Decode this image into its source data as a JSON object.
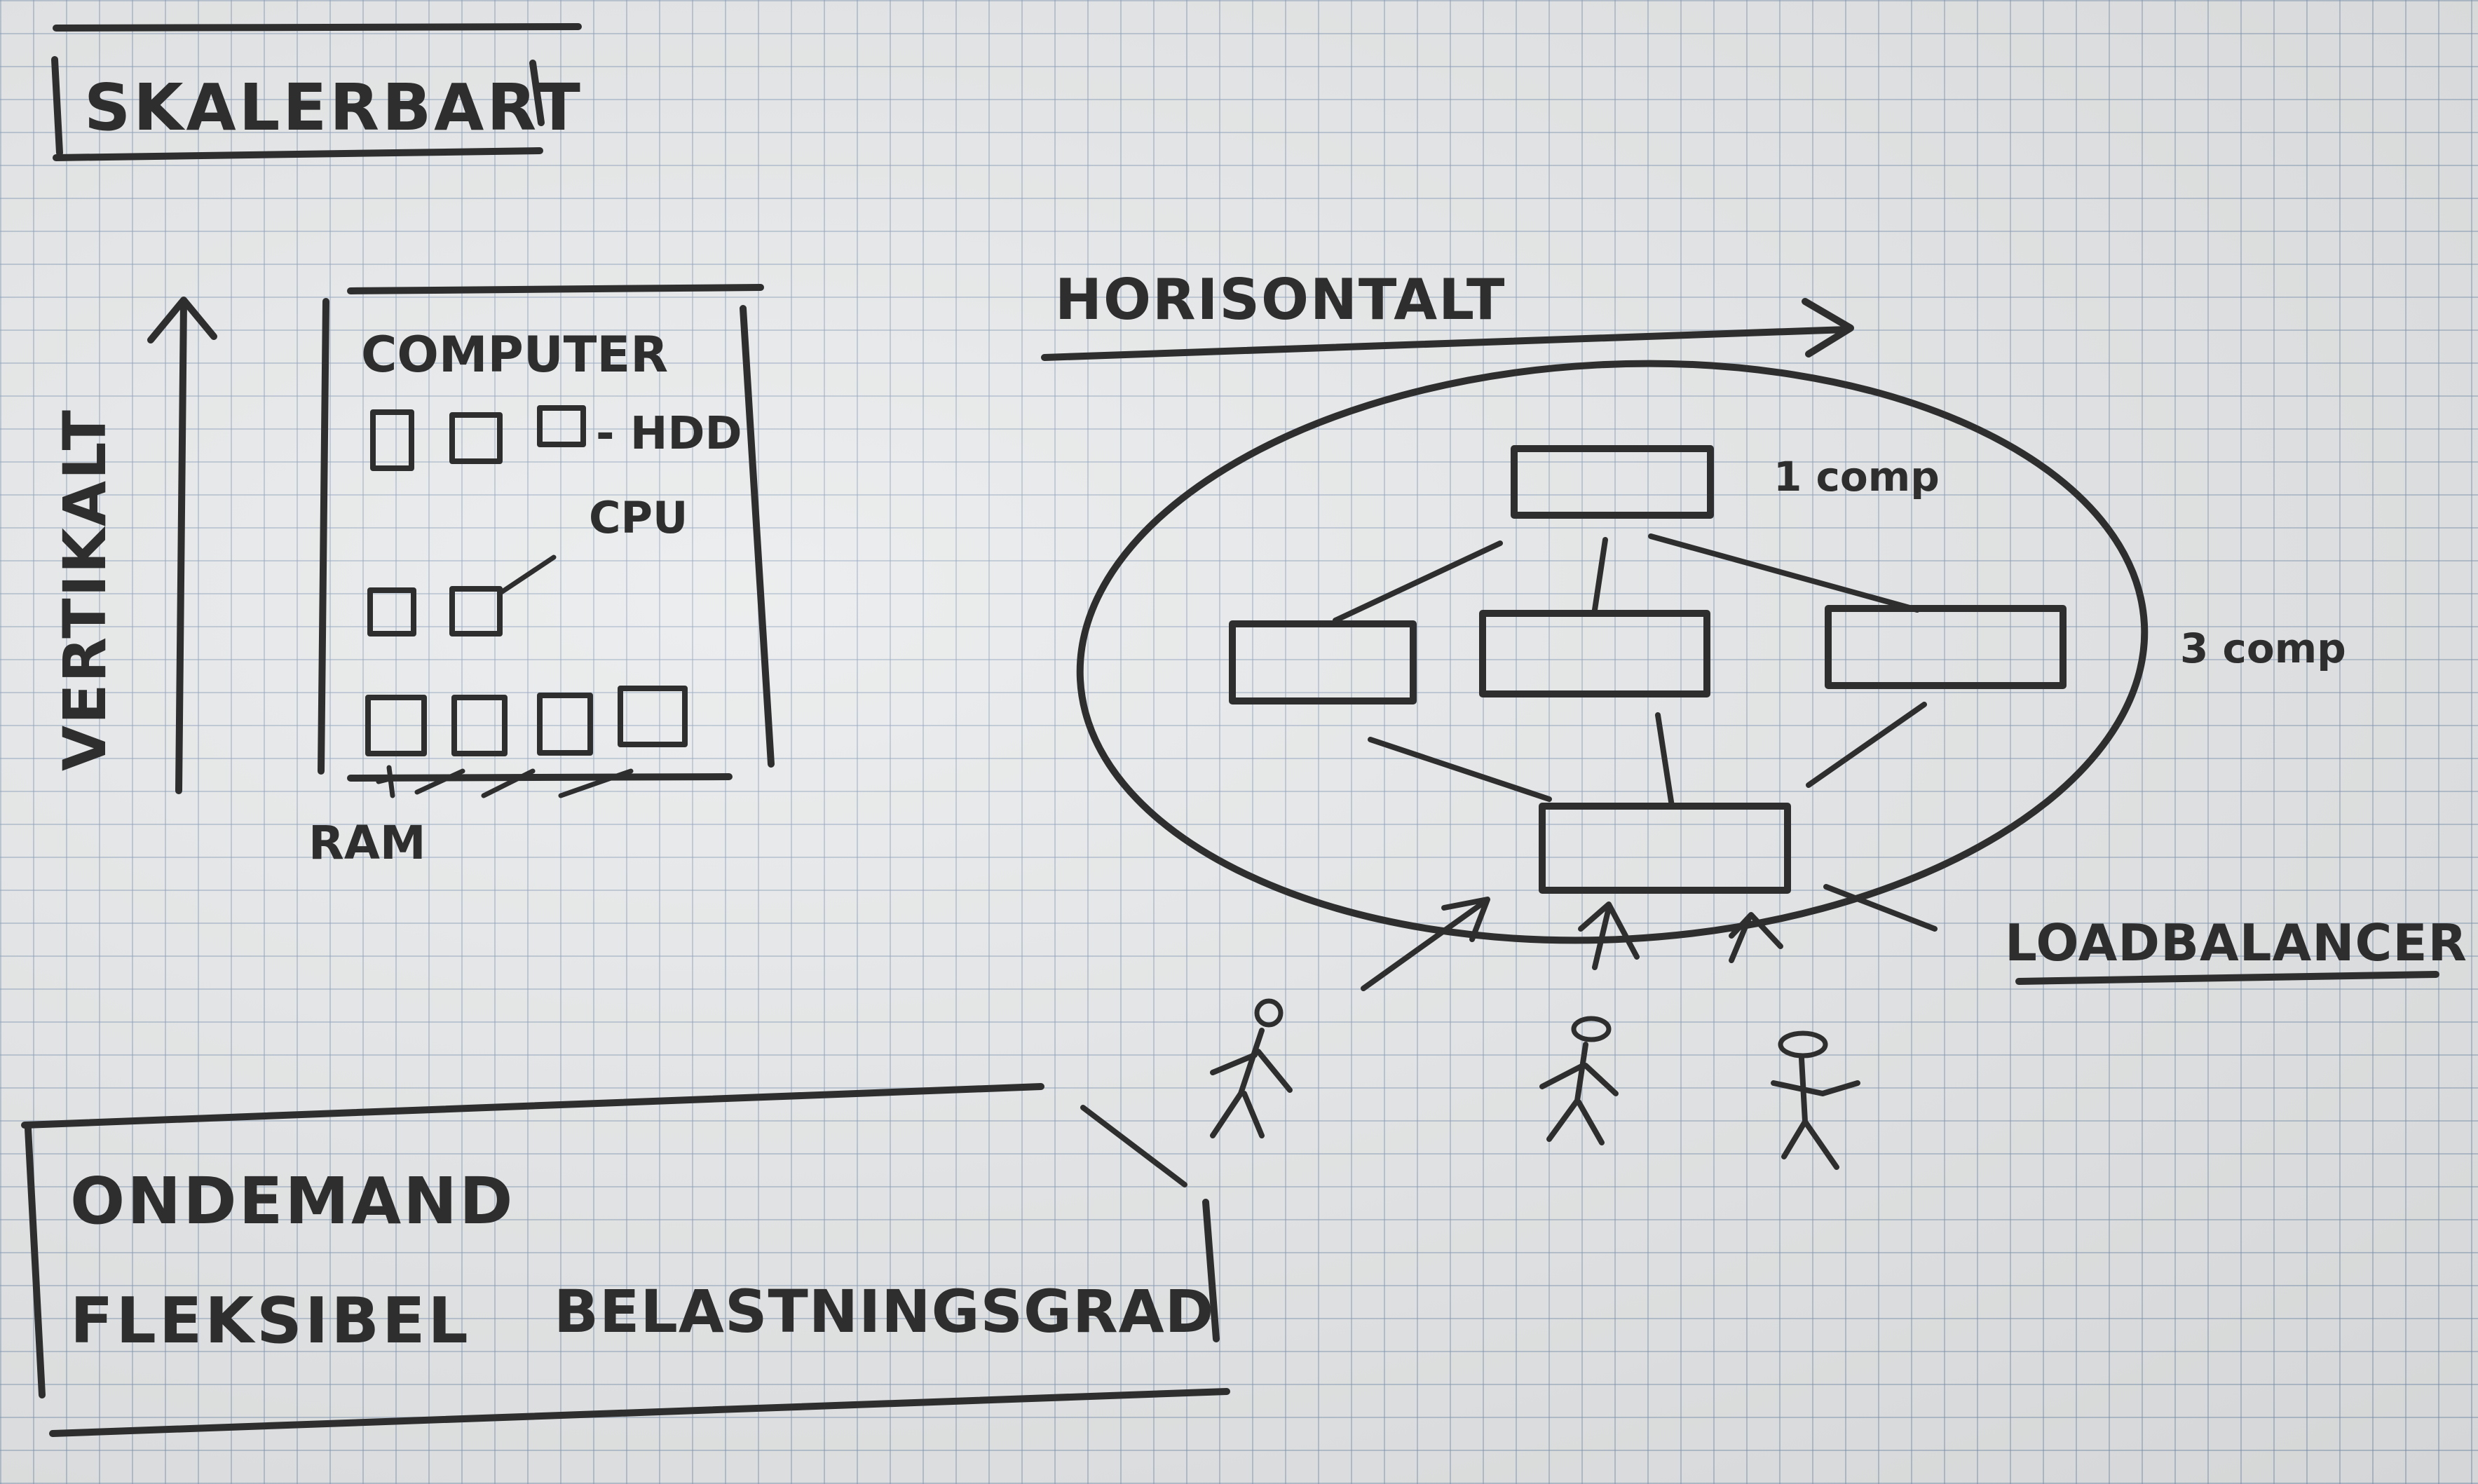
{
  "title": "SKALERBART",
  "vertical": {
    "label": "VERTIKALT"
  },
  "computer": {
    "title": "COMPUTER",
    "hdd_label": "- HDD",
    "cpu_label": "CPU",
    "ram_label": "RAM"
  },
  "horizontal": {
    "label": "HORISONTALT",
    "one_comp_label": "1 comp",
    "three_comp_label": "3 comp",
    "loadbalancer_label": "LOADBALANCER"
  },
  "ondemand": {
    "line1": "ONDEMAND",
    "line2_word1": "FLEKSIBEL",
    "line2_word2": "BELASTNINGSGRAD"
  },
  "icons": [
    "up-arrow-icon",
    "right-arrow-icon",
    "stick-figure-icon"
  ]
}
